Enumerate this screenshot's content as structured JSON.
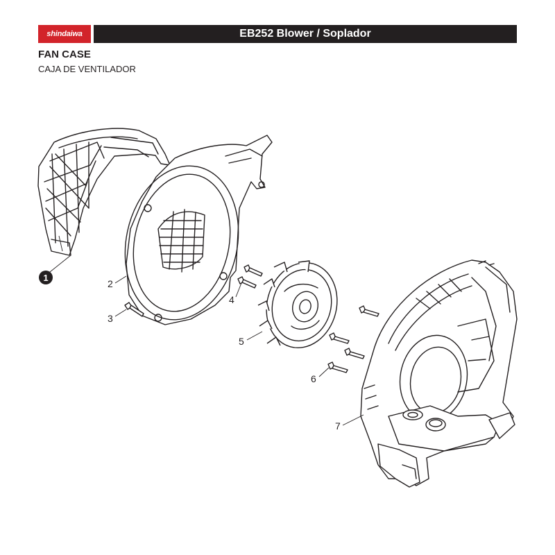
{
  "header": {
    "brand_logo": "shindaiwa",
    "title": "EB252 Blower / Soplador",
    "brand_color": "#d2232a",
    "bar_color": "#231f20"
  },
  "section": {
    "title": "FAN CASE",
    "subtitle": "CAJA DE VENTILADOR"
  },
  "callouts": [
    {
      "id": "1",
      "label": "1",
      "style": "filled-circle"
    },
    {
      "id": "2",
      "label": "2"
    },
    {
      "id": "3",
      "label": "3"
    },
    {
      "id": "4",
      "label": "4"
    },
    {
      "id": "5",
      "label": "5"
    },
    {
      "id": "6",
      "label": "6"
    },
    {
      "id": "7",
      "label": "7"
    }
  ]
}
